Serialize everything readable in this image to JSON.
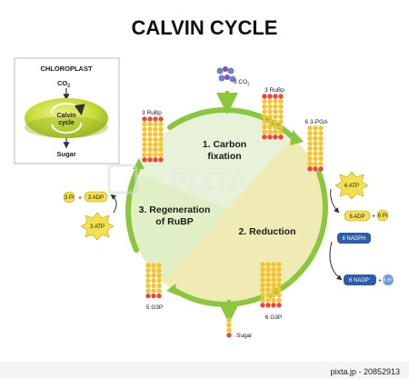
{
  "title": "CALVIN CYCLE",
  "inset": {
    "heading": "CHLOROPLAST",
    "input": "CO",
    "input_sub": "2",
    "center": [
      "Calvin",
      "cycle"
    ],
    "output": "Sugar"
  },
  "phases": {
    "carbon_fixation": [
      "1. Carbon",
      "fixation"
    ],
    "reduction": "2. Reduction",
    "regeneration": [
      "3. Regeneration",
      "of RuBP"
    ]
  },
  "molecules": {
    "co2_in": "3 CO",
    "co2_in_sub": "2",
    "rubp_top": "3 RuBp",
    "rubp_left": "3 RuBp",
    "pga": "6 3-PGA",
    "g3p_bottom": "6 G3P",
    "g3p_left": "5 G3P",
    "sugar": "Sugar"
  },
  "energy": {
    "atp_reduction": "6 ATP",
    "adp_reduction": "6 ADP",
    "pi_reduction": "6 Pi",
    "nadph": "6 NADPH",
    "nadp": "6 NADP",
    "nadp_sup": "+",
    "hplus": "6 H",
    "hplus_sup": "+",
    "pi_regen": "3 Pi",
    "adp_regen": "3 ADP",
    "atp_regen": "3 ATP",
    "plus": "+"
  },
  "watermark": {
    "brand": "PIXTA",
    "image_number": "pixta.jp - 20852913"
  },
  "colors": {
    "arrow_green": "#8cc63f",
    "fixation_sector": "#e8f2d8",
    "reduction_sector": "#f0ebb5",
    "regeneration_sector": "#e1efc6",
    "carbon_bead": "#f4c430",
    "phosphate_bead": "#e8483a",
    "atp_star": "#f2e14c",
    "nadph_pill": "#2d5ea8",
    "blue_dot": "#6b7fd6",
    "purple_dot": "#8a4fa8"
  }
}
